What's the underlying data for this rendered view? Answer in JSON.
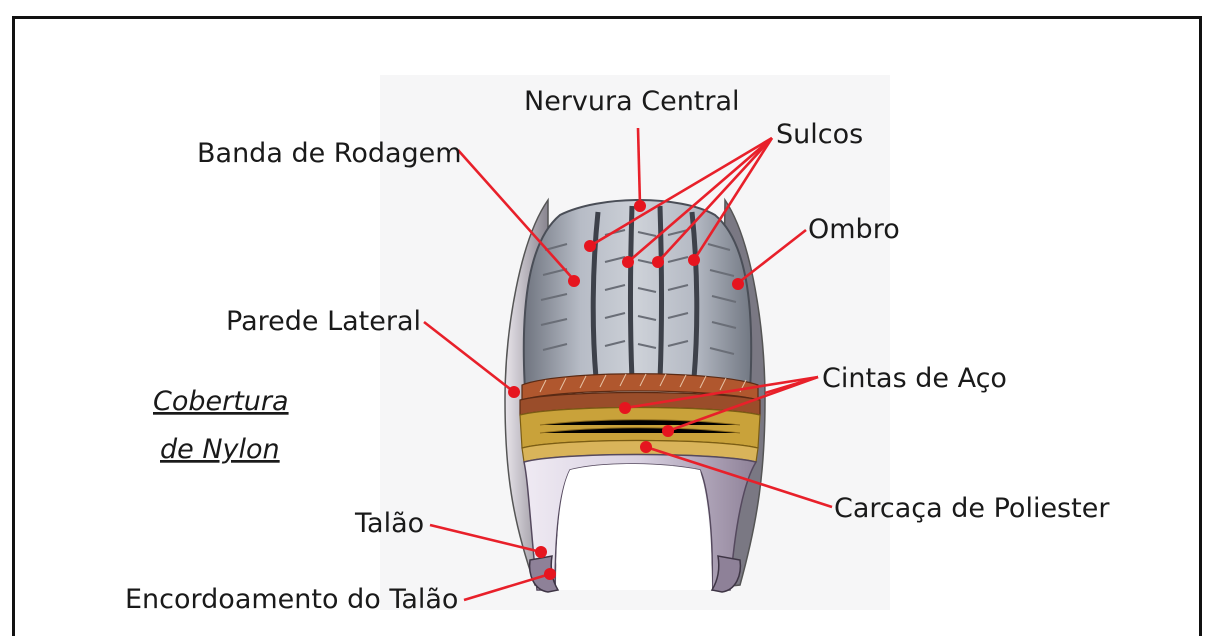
{
  "labels": {
    "nervura_central": "Nervura Central",
    "sulcos": "Sulcos",
    "banda_de_rodagem": "Banda de Rodagem",
    "ombro": "Ombro",
    "parede_lateral": "Parede Lateral",
    "cintas_de_aco": "Cintas de Aço",
    "carcaca": "Carcaça de Poliester",
    "talao": "Talão",
    "encordoamento": "Encordoamento do Talão",
    "cobertura_line1": "Cobertura",
    "cobertura_line2": "de Nylon"
  },
  "colors": {
    "leader": "#e8202a",
    "tread": "#a8adb8",
    "steel_belt": "#b0572e",
    "carcass": "#c9a23a",
    "inner": "#8a7c9c"
  }
}
